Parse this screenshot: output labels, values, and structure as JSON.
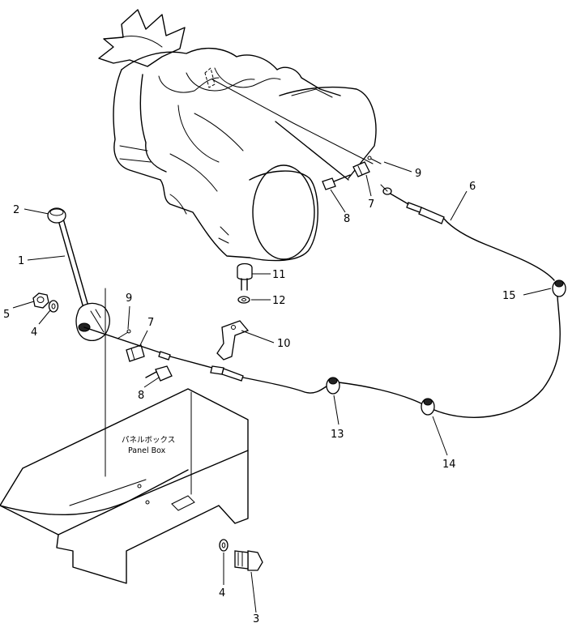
{
  "panel_box": {
    "label_jp": "パネルボックス",
    "label_en": "Panel Box"
  },
  "callouts": [
    {
      "id": "c1",
      "text": "1"
    },
    {
      "id": "c2",
      "text": "2"
    },
    {
      "id": "c3",
      "text": "3"
    },
    {
      "id": "c4a",
      "text": "4"
    },
    {
      "id": "c4b",
      "text": "4"
    },
    {
      "id": "c5",
      "text": "5"
    },
    {
      "id": "c6",
      "text": "6"
    },
    {
      "id": "c7a",
      "text": "7"
    },
    {
      "id": "c7b",
      "text": "7"
    },
    {
      "id": "c8a",
      "text": "8"
    },
    {
      "id": "c8b",
      "text": "8"
    },
    {
      "id": "c9a",
      "text": "9"
    },
    {
      "id": "c9b",
      "text": "9"
    },
    {
      "id": "c10",
      "text": "10"
    },
    {
      "id": "c11",
      "text": "11"
    },
    {
      "id": "c12",
      "text": "12"
    },
    {
      "id": "c13",
      "text": "13"
    },
    {
      "id": "c14",
      "text": "14"
    },
    {
      "id": "c15",
      "text": "15"
    }
  ]
}
